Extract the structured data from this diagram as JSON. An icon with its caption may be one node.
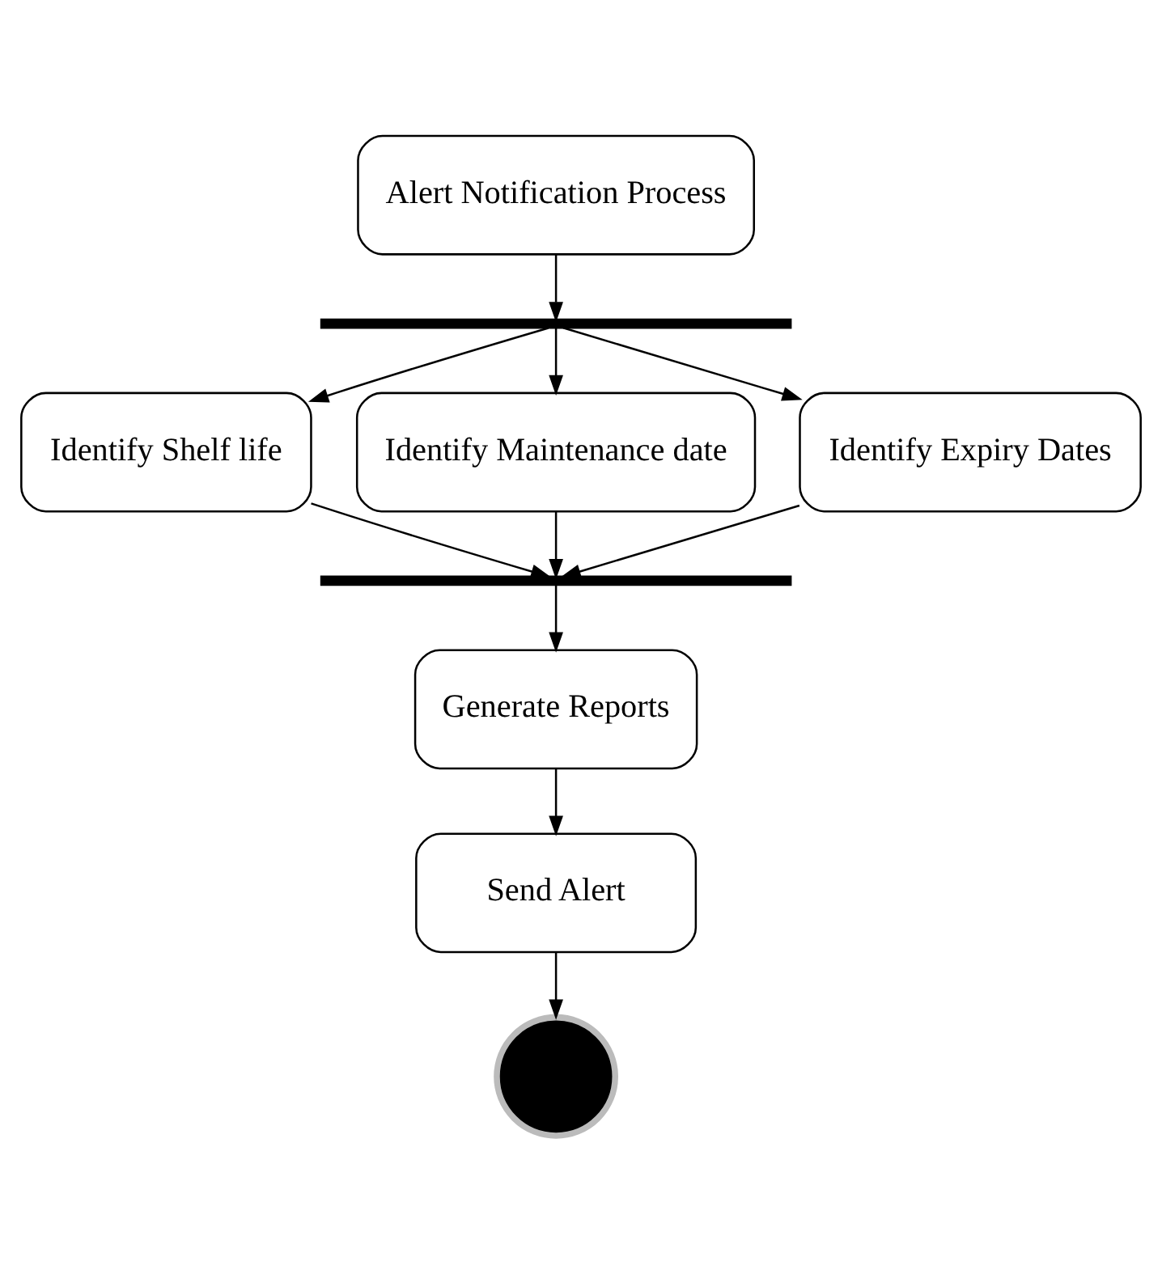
{
  "diagram": {
    "nodes": [
      {
        "text": [
          "Alert Notification Process"
        ]
      },
      {
        "text": [],
        "shape": "bar"
      },
      {
        "text": [
          "Identify Shelf life"
        ]
      },
      {
        "text": [
          "Identify Maintenance date"
        ]
      },
      {
        "text": [
          "Identify Expiry Dates"
        ]
      },
      {
        "text": [],
        "shape": "bar"
      },
      {
        "text": [
          "Generate Reports"
        ]
      },
      {
        "text": [
          "Send Alert"
        ]
      },
      {
        "text": [],
        "shape": "circle"
      }
    ],
    "edges": [
      {
        "from": 0,
        "to": 1,
        "arrow": "to"
      },
      {
        "from": 1,
        "to": 2,
        "arrow": "to"
      },
      {
        "from": 1,
        "to": 3,
        "arrow": "to"
      },
      {
        "from": 1,
        "to": 4,
        "arrow": "to"
      },
      {
        "from": 2,
        "to": 5,
        "arrow": "to"
      },
      {
        "from": 3,
        "to": 5,
        "arrow": "to"
      },
      {
        "from": 4,
        "to": 5,
        "arrow": "to"
      },
      {
        "from": 5,
        "to": 6,
        "arrow": "to"
      },
      {
        "from": 6,
        "to": 7,
        "arrow": "to"
      },
      {
        "from": 7,
        "to": 8,
        "arrow": "to"
      }
    ]
  }
}
